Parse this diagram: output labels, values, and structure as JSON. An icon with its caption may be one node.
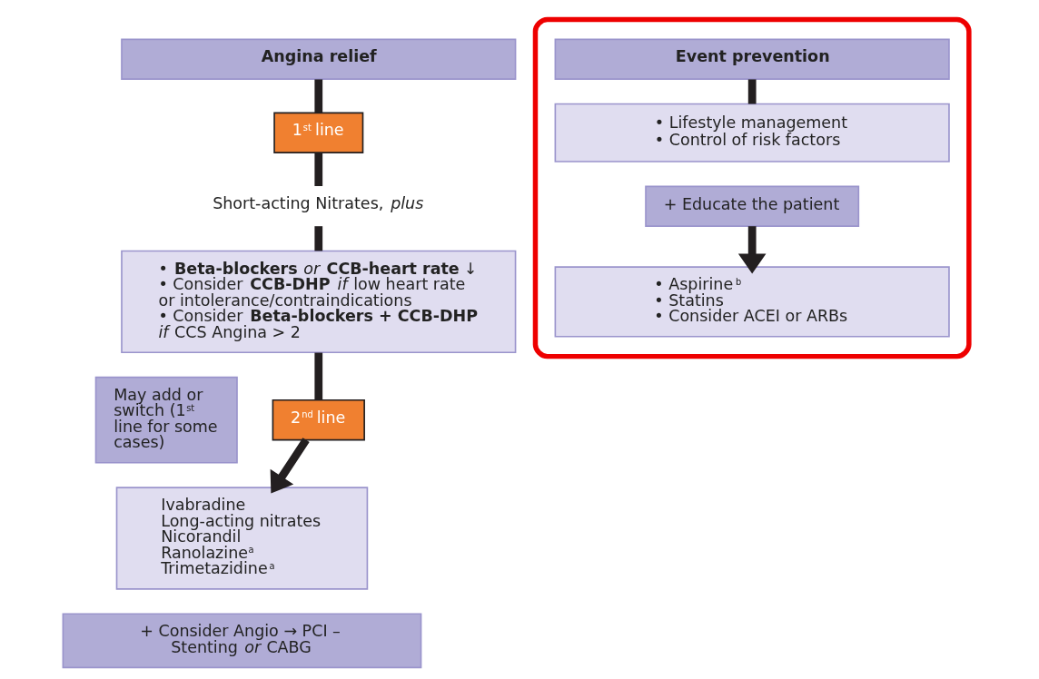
{
  "diagram": {
    "nodes": [
      {
        "text": [
          "**Angina relief**"
        ]
      },
      {
        "text": [
          "1$^{st}$ line"
        ]
      },
      {
        "text": [
          "Short-acting Nitrates, *plus*"
        ]
      },
      {
        "text": [
          "• **Beta-blockers** *or* **CCB-heart rate** ↓",
          "• Consider **CCB-DHP** *if* low heart rate or intolerance/contraindications",
          "• Consider **Beta-blockers + CCB-DHP** *if* CCS Angina > 2"
        ]
      },
      {
        "text": [
          "May add or switch (1$^{st}$ line for some cases)"
        ]
      },
      {
        "text": [
          "2$^{nd}$ line"
        ]
      },
      {
        "text": [
          "Ivabradine",
          "Long-acting nitrates",
          "Nicorandil",
          "Ranolazine$^{a}$",
          "Trimetazidine$^{a}$"
        ]
      },
      {
        "text": [
          "+ Consider Angio → PCI – Stenting *or* CABG"
        ]
      },
      {
        "text": [],
        "shape": "box"
      },
      {
        "text": [
          "**Event prevention**"
        ],
        "in": 8
      },
      {
        "text": [
          "• Lifestyle management",
          "• Control of risk factors"
        ],
        "in": 8
      },
      {
        "text": [
          "+ Educate the patient"
        ],
        "in": 8
      },
      {
        "text": [
          "• Aspirine$^{b}$",
          "• Statins",
          "• Consider ACEI or ARBs"
        ],
        "in": 8
      }
    ],
    "edges": [
      {
        "from": 0,
        "to": 1,
        "arrow": "none"
      },
      {
        "from": 1,
        "to": 2,
        "arrow": "none"
      },
      {
        "from": 2,
        "to": 3,
        "arrow": "none"
      },
      {
        "from": 3,
        "to": 5,
        "arrow": "none"
      },
      {
        "from": 5,
        "to": 6,
        "arrow": "to"
      },
      {
        "from": 9,
        "to": 10,
        "arrow": "none"
      },
      {
        "from": 11,
        "to": 12,
        "arrow": "to"
      }
    ]
  }
}
